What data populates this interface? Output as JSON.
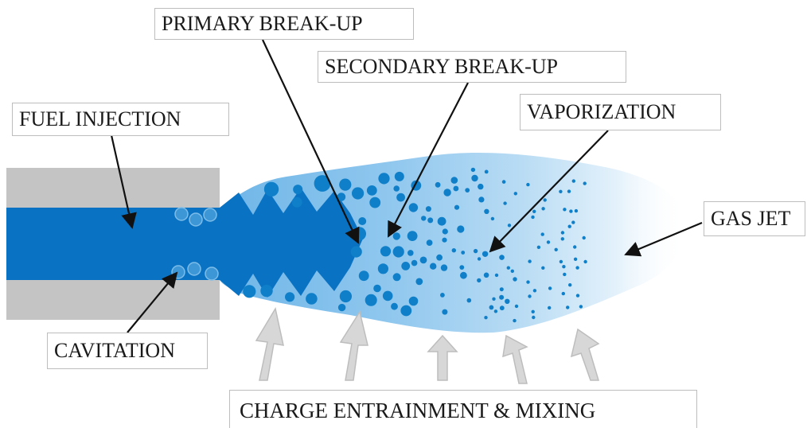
{
  "labels": {
    "primary_breakup": "PRIMARY BREAK-UP",
    "secondary_breakup": "SECONDARY BREAK-UP",
    "fuel_injection": "FUEL INJECTION",
    "vaporization": "VAPORIZATION",
    "gas_jet": "GAS JET",
    "cavitation": "CAVITATION",
    "charge_entrainment": "CHARGE ENTRAINMENT & MIXING"
  },
  "colors": {
    "fuel_core": "#0a72c2",
    "droplet": "#0e7fc8",
    "nozzle": "#c4c4c4",
    "spray_light": "#c9e3f6",
    "spray_mid": "#8fc5ec",
    "arrow": "#111111",
    "entrainment_arrow": "#d7d7d7"
  }
}
